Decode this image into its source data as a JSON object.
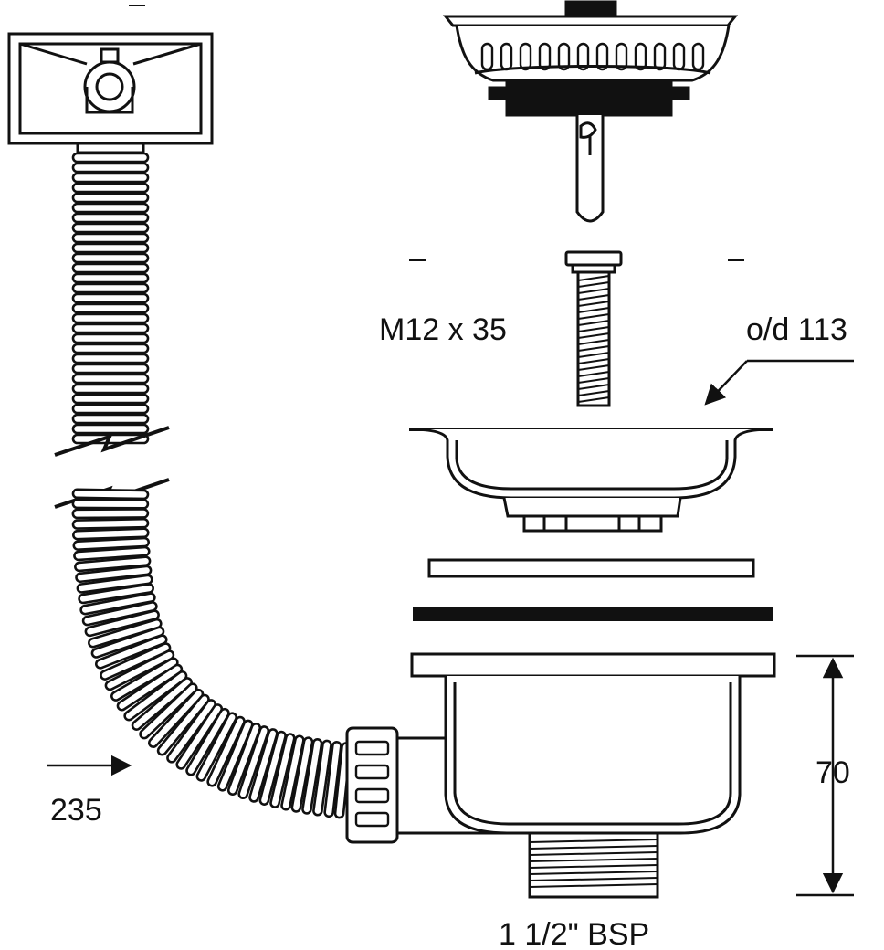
{
  "labels": {
    "bolt": "M12 x 35",
    "outer_diameter": "o/d 113",
    "length": "235",
    "height": "70",
    "thread": "1 1/2\" BSP"
  },
  "colors": {
    "ink": "#111111",
    "paper": "#ffffff"
  },
  "icons": [
    "overflow-outlet-icon",
    "strainer-basket-icon",
    "bolt-icon",
    "drain-flange-icon",
    "washer-icon",
    "gasket-icon",
    "drain-body-icon",
    "flexible-hose-icon",
    "break-mark-icon",
    "dimension-arrow-icon"
  ]
}
